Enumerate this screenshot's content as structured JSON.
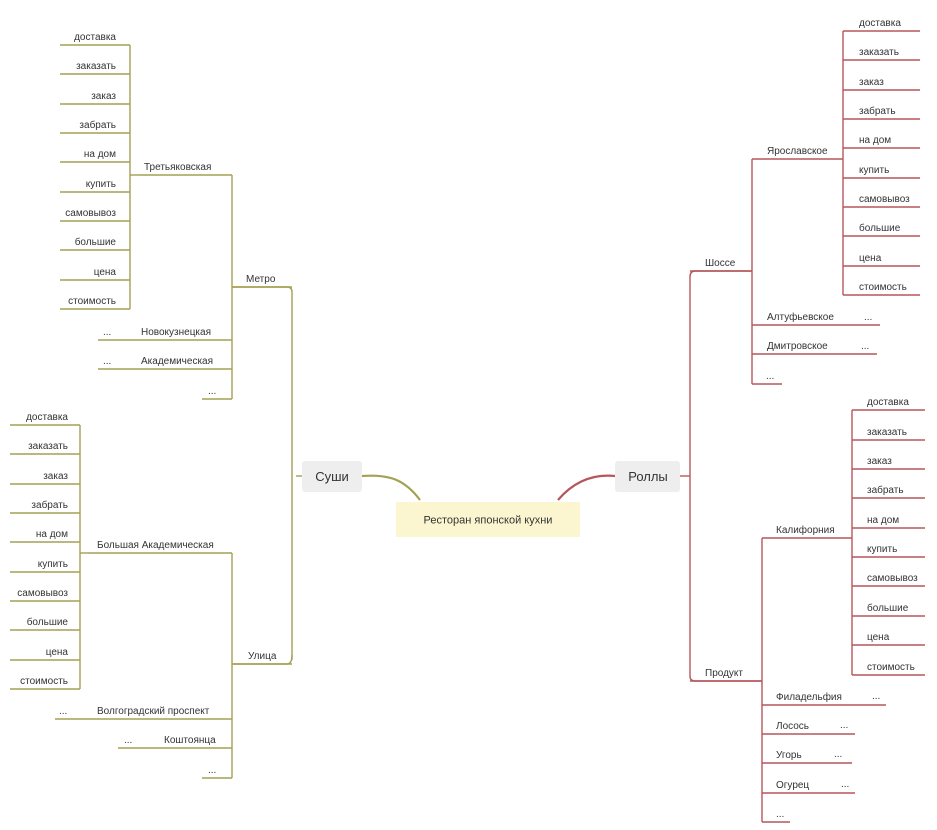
{
  "colors": {
    "olive": "#a4a054",
    "red": "#b5575c",
    "root_bg": "#fbf6cf",
    "main_bg": "#eeeeee",
    "text": "#333333"
  },
  "root": "Ресторан японской кухни",
  "sushi": {
    "label": "Суши",
    "metro": {
      "label": "Метро",
      "tretyak": {
        "label": "Третьяковская",
        "leaves": [
          "доставка",
          "заказать",
          "заказ",
          "забрать",
          "на дом",
          "купить",
          "самовывоз",
          "большие",
          "цена",
          "стоимость"
        ]
      },
      "novokuz": {
        "label": "Новокузнецкая",
        "dots": "..."
      },
      "akadem": {
        "label": "Академическая",
        "dots": "..."
      },
      "more": "..."
    },
    "street": {
      "label": "Улица",
      "bolshaya": {
        "label": "Большая Академическая",
        "leaves": [
          "доставка",
          "заказать",
          "заказ",
          "забрать",
          "на дом",
          "купить",
          "самовывоз",
          "большие",
          "цена",
          "стоимость"
        ]
      },
      "volgo": {
        "label": "Волгоградский проспект",
        "dots": "..."
      },
      "kosht": {
        "label": "Коштоянца",
        "dots": "..."
      },
      "more": "..."
    }
  },
  "rolls": {
    "label": "Роллы",
    "highway": {
      "label": "Шоссе",
      "yaros": {
        "label": "Ярославское",
        "leaves": [
          "доставка",
          "заказать",
          "заказ",
          "забрать",
          "на дом",
          "купить",
          "самовывоз",
          "большие",
          "цена",
          "стоимость"
        ]
      },
      "altuf": {
        "label": "Алтуфьевское",
        "dots": "..."
      },
      "dmitr": {
        "label": "Дмитровское",
        "dots": "..."
      },
      "more": "..."
    },
    "product": {
      "label": "Продукт",
      "calif": {
        "label": "Калифорния",
        "leaves": [
          "доставка",
          "заказать",
          "заказ",
          "забрать",
          "на дом",
          "купить",
          "самовывоз",
          "большие",
          "цена",
          "стоимость"
        ]
      },
      "phila": {
        "label": "Филадельфия",
        "dots": "..."
      },
      "losos": {
        "label": "Лосось",
        "dots": "..."
      },
      "ugor": {
        "label": "Угорь",
        "dots": "..."
      },
      "ogur": {
        "label": "Огурец",
        "dots": "..."
      },
      "more": "..."
    }
  }
}
